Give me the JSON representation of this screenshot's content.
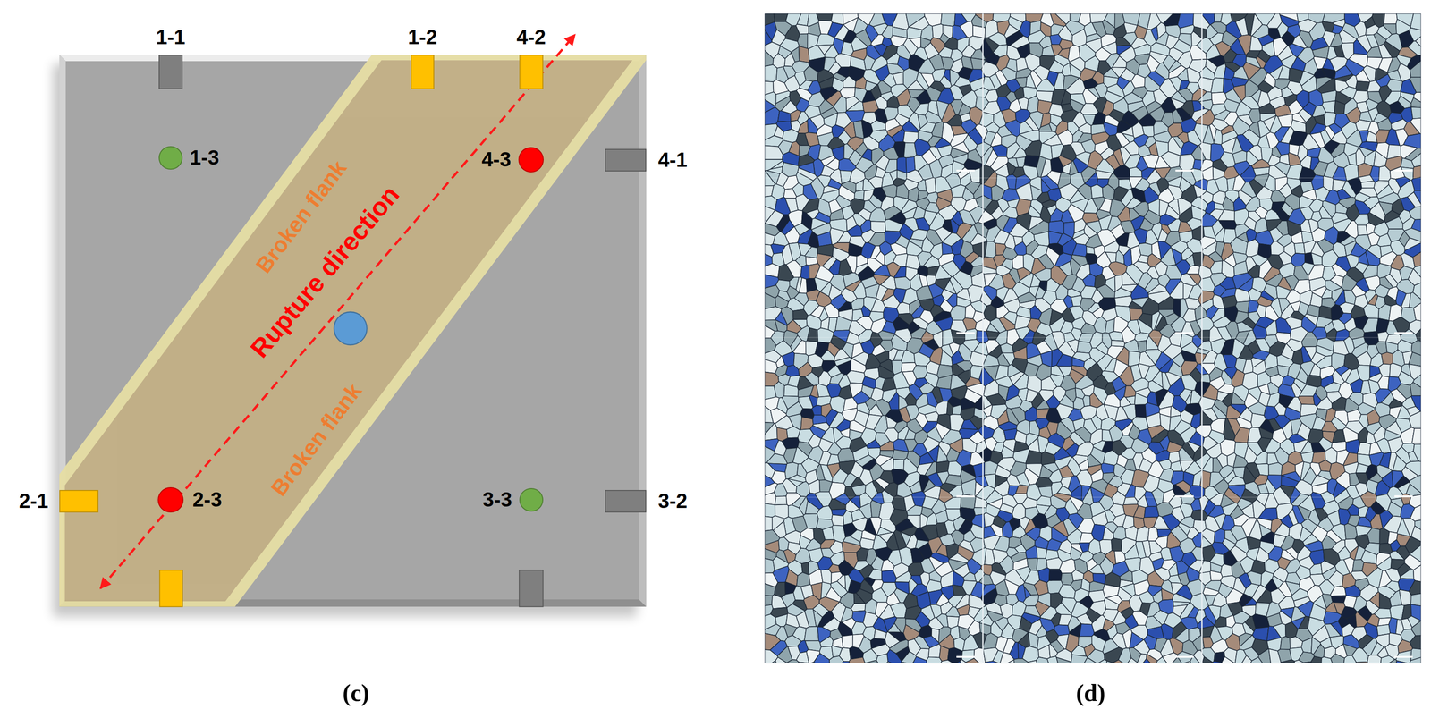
{
  "diagram": {
    "nodes": [
      {
        "text": [
          "1-1"
        ]
      },
      {
        "text": [
          "1-2"
        ]
      },
      {
        "text": [
          "4-2"
        ]
      },
      {
        "text": [
          "1-3"
        ]
      },
      {
        "text": [
          "4-3"
        ]
      },
      {
        "text": [
          "4-1"
        ]
      },
      {
        "text": [
          "2-1"
        ]
      },
      {
        "text": [
          "2-3"
        ]
      },
      {
        "text": [
          "3-3"
        ]
      },
      {
        "text": [
          "3-2"
        ]
      }
    ],
    "labels": [
      "Broken flank",
      "Rupture direction",
      "Broken flank",
      "(c)",
      "(d)"
    ]
  }
}
